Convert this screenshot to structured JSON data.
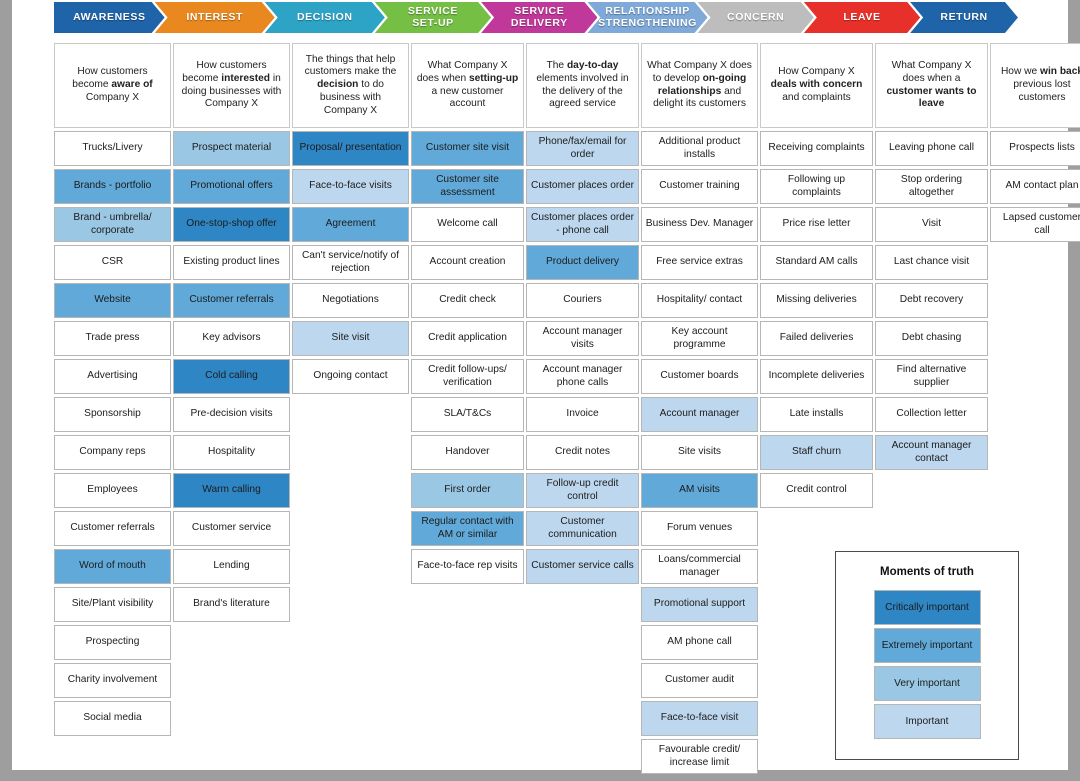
{
  "stages": [
    {
      "label": "AWARENESS",
      "color": "#1f63a8",
      "width": 117
    },
    {
      "label": "INTEREST",
      "color": "#e8881f",
      "width": 117
    },
    {
      "label": "DECISION",
      "color": "#2da3c6",
      "width": 117
    },
    {
      "label": "SERVICE SET-UP",
      "color": "#74bf44",
      "width": 113
    },
    {
      "label": "SERVICE DELIVERY",
      "color": "#c0399a",
      "width": 113
    },
    {
      "label": "RELATIONSHIP STRENGTHENING",
      "color": "#7ea9d8",
      "width": 117
    },
    {
      "label": "CONCERN",
      "color": "#bdbdbd",
      "width": 113
    },
    {
      "label": "LEAVE",
      "color": "#e8302a",
      "width": 113
    },
    {
      "label": "RETURN",
      "color": "#1f63a8",
      "width": 104
    }
  ],
  "descriptions": [
    {
      "html": "How customers become <b>aware of</b> Company X",
      "width": 117
    },
    {
      "html": "How customers become <b>interested</b> in doing businesses with Company X",
      "width": 117
    },
    {
      "html": "The things that help customers make the <b>decision</b> to do business with Company X",
      "width": 117
    },
    {
      "html": "What Company X does when <b>setting-up</b> a new customer account",
      "width": 113
    },
    {
      "html": "The <b>day-to-day</b> elements involved in the delivery of the agreed service",
      "width": 113
    },
    {
      "html": "What Company X does to develop <b>on-going relationships</b> and delight its customers",
      "width": 117
    },
    {
      "html": "How Company X <b>deals with concern</b> and complaints",
      "width": 113
    },
    {
      "html": "What Company X does when a <b>customer wants to leave</b>",
      "width": 113
    },
    {
      "html": "How we <b>win back</b> previous lost customers",
      "width": 104
    }
  ],
  "columns": [
    {
      "name": "awareness",
      "width": 117,
      "cards": [
        {
          "label": "Trucks/Livery",
          "level": 0
        },
        {
          "label": "Brands - portfolio",
          "level": 3
        },
        {
          "label": "Brand - umbrella/ corporate",
          "level": 2
        },
        {
          "label": "CSR",
          "level": 0
        },
        {
          "label": "Website",
          "level": 3
        },
        {
          "label": "Trade press",
          "level": 0
        },
        {
          "label": "Advertising",
          "level": 0
        },
        {
          "label": "Sponsorship",
          "level": 0
        },
        {
          "label": "Company reps",
          "level": 0
        },
        {
          "label": "Employees",
          "level": 0
        },
        {
          "label": "Customer referrals",
          "level": 0
        },
        {
          "label": "Word of mouth",
          "level": 3
        },
        {
          "label": "Site/Plant visibility",
          "level": 0
        },
        {
          "label": "Prospecting",
          "level": 0
        },
        {
          "label": "Charity involvement",
          "level": 0
        },
        {
          "label": "Social media",
          "level": 0
        }
      ]
    },
    {
      "name": "interest",
      "width": 117,
      "cards": [
        {
          "label": "Prospect material",
          "level": 2
        },
        {
          "label": "Promotional offers",
          "level": 3
        },
        {
          "label": "One-stop-shop offer",
          "level": 4
        },
        {
          "label": "Existing product lines",
          "level": 0
        },
        {
          "label": "Customer referrals",
          "level": 3
        },
        {
          "label": "Key advisors",
          "level": 0
        },
        {
          "label": "Cold calling",
          "level": 4
        },
        {
          "label": "Pre-decision visits",
          "level": 0
        },
        {
          "label": "Hospitality",
          "level": 0
        },
        {
          "label": "Warm calling",
          "level": 4
        },
        {
          "label": "Customer service",
          "level": 0
        },
        {
          "label": "Lending",
          "level": 0
        },
        {
          "label": "Brand's literature",
          "level": 0
        }
      ]
    },
    {
      "name": "decision",
      "width": 117,
      "cards": [
        {
          "label": "Proposal/ presentation",
          "level": 4
        },
        {
          "label": "Face-to-face visits",
          "level": 1
        },
        {
          "label": "Agreement",
          "level": 3
        },
        {
          "label": "Can't service/notify of rejection",
          "level": 0
        },
        {
          "label": "Negotiations",
          "level": 0
        },
        {
          "label": "Site visit",
          "level": 1
        },
        {
          "label": "Ongoing contact",
          "level": 0
        }
      ]
    },
    {
      "name": "service-set-up",
      "width": 113,
      "cards": [
        {
          "label": "Customer site visit",
          "level": 3
        },
        {
          "label": "Customer site assessment",
          "level": 3
        },
        {
          "label": "Welcome call",
          "level": 0
        },
        {
          "label": "Account creation",
          "level": 0
        },
        {
          "label": "Credit check",
          "level": 0
        },
        {
          "label": "Credit application",
          "level": 0
        },
        {
          "label": "Credit follow-ups/ verification",
          "level": 0
        },
        {
          "label": "SLA/T&Cs",
          "level": 0
        },
        {
          "label": "Handover",
          "level": 0
        },
        {
          "label": "First order",
          "level": 2
        },
        {
          "label": "Regular contact with AM or similar",
          "level": 3
        },
        {
          "label": "Face-to-face rep visits",
          "level": 0
        }
      ]
    },
    {
      "name": "service-delivery",
      "width": 113,
      "cards": [
        {
          "label": "Phone/fax/email for order",
          "level": 1
        },
        {
          "label": "Customer places order",
          "level": 1
        },
        {
          "label": "Customer places order - phone call",
          "level": 1
        },
        {
          "label": "Product delivery",
          "level": 3
        },
        {
          "label": "Couriers",
          "level": 0
        },
        {
          "label": "Account manager visits",
          "level": 0
        },
        {
          "label": "Account manager phone calls",
          "level": 0
        },
        {
          "label": "Invoice",
          "level": 0
        },
        {
          "label": "Credit notes",
          "level": 0
        },
        {
          "label": "Follow-up credit control",
          "level": 1
        },
        {
          "label": "Customer communication",
          "level": 1
        },
        {
          "label": "Customer service calls",
          "level": 1
        }
      ]
    },
    {
      "name": "relationship-strengthening",
      "width": 117,
      "cards": [
        {
          "label": "Additional product installs",
          "level": 0
        },
        {
          "label": "Customer training",
          "level": 0
        },
        {
          "label": "Business Dev. Manager",
          "level": 0
        },
        {
          "label": "Free service extras",
          "level": 0
        },
        {
          "label": "Hospitality/ contact",
          "level": 0
        },
        {
          "label": "Key account programme",
          "level": 0
        },
        {
          "label": "Customer boards",
          "level": 0
        },
        {
          "label": "Account manager",
          "level": 1
        },
        {
          "label": "Site visits",
          "level": 0
        },
        {
          "label": "AM visits",
          "level": 3
        },
        {
          "label": "Forum venues",
          "level": 0
        },
        {
          "label": "Loans/commercial manager",
          "level": 0
        },
        {
          "label": "Promotional support",
          "level": 1
        },
        {
          "label": "AM phone call",
          "level": 0
        },
        {
          "label": "Customer audit",
          "level": 0
        },
        {
          "label": "Face-to-face visit",
          "level": 1
        },
        {
          "label": "Favourable credit/ increase limit",
          "level": 0
        }
      ]
    },
    {
      "name": "concern",
      "width": 113,
      "cards": [
        {
          "label": "Receiving complaints",
          "level": 0
        },
        {
          "label": "Following up complaints",
          "level": 0
        },
        {
          "label": "Price rise letter",
          "level": 0
        },
        {
          "label": "Standard AM calls",
          "level": 0
        },
        {
          "label": "Missing deliveries",
          "level": 0
        },
        {
          "label": "Failed deliveries",
          "level": 0
        },
        {
          "label": "Incomplete deliveries",
          "level": 0
        },
        {
          "label": "Late installs",
          "level": 0
        },
        {
          "label": "Staff churn",
          "level": 1
        },
        {
          "label": "Credit control",
          "level": 0
        }
      ]
    },
    {
      "name": "leave",
      "width": 113,
      "cards": [
        {
          "label": "Leaving phone call",
          "level": 0
        },
        {
          "label": "Stop ordering altogether",
          "level": 0
        },
        {
          "label": "Visit",
          "level": 0
        },
        {
          "label": "Last chance visit",
          "level": 0
        },
        {
          "label": "Debt recovery",
          "level": 0
        },
        {
          "label": "Debt chasing",
          "level": 0
        },
        {
          "label": "Find alternative supplier",
          "level": 0
        },
        {
          "label": "Collection letter",
          "level": 0
        },
        {
          "label": "Account manager contact",
          "level": 1
        }
      ]
    },
    {
      "name": "return",
      "width": 104,
      "cards": [
        {
          "label": "Prospects lists",
          "level": 0
        },
        {
          "label": "AM contact plan",
          "level": 0
        },
        {
          "label": "Lapsed customer call",
          "level": 0
        }
      ]
    }
  ],
  "legend": {
    "title": "Moments of truth",
    "items": [
      {
        "label": "Critically important",
        "level": 4,
        "color": "#2f86c5"
      },
      {
        "label": "Extremely important",
        "level": 3,
        "color": "#61a9d8"
      },
      {
        "label": "Very important",
        "level": 2,
        "color": "#9ac7e3"
      },
      {
        "label": "Important",
        "level": 1,
        "color": "#bdd7ee"
      }
    ]
  }
}
